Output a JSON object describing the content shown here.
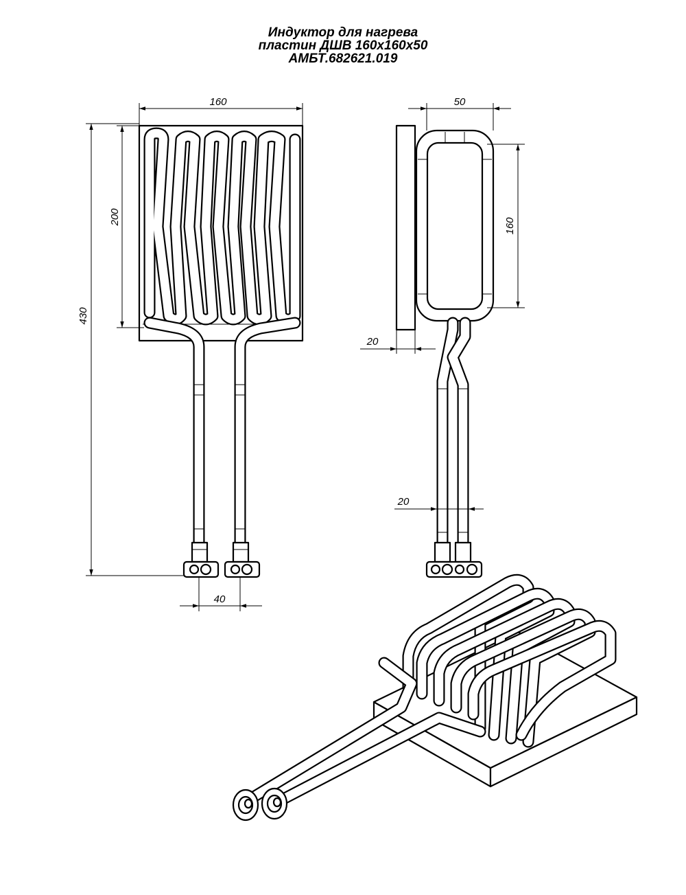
{
  "title": {
    "line1": "Индуктор для нагрева",
    "line2": "пластин ДШВ 160x160x50",
    "line3": "АМБТ.682621.019"
  },
  "dimensions": {
    "front_width": "160",
    "front_inductor_height": "200",
    "total_height": "430",
    "pipe_spacing": "40",
    "side_depth": "50",
    "side_height": "160",
    "plate_thickness": "20",
    "pipe_offset": "20"
  }
}
